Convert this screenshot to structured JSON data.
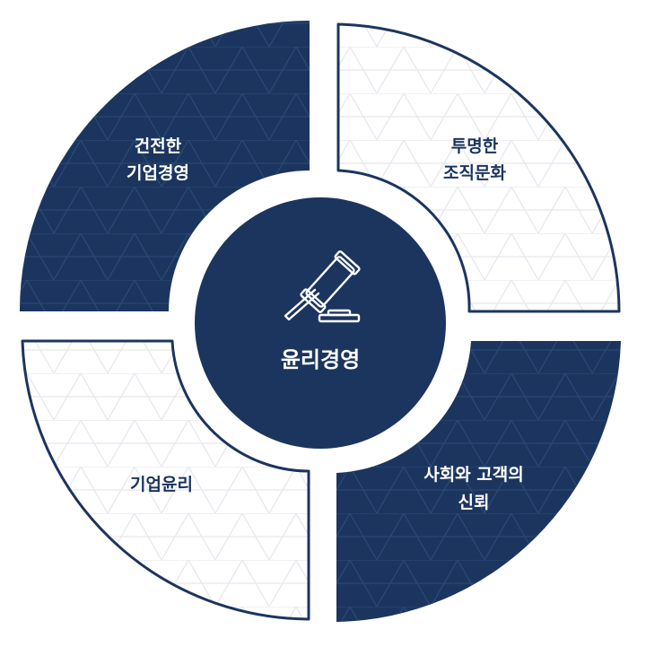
{
  "center": {
    "title": "윤리경영",
    "icon": "gavel-icon"
  },
  "quadrants": [
    {
      "id": "top-left",
      "line1": "건전한",
      "line2": "기업경영",
      "theme": "dark"
    },
    {
      "id": "top-right",
      "line1": "투명한",
      "line2": "조직문화",
      "theme": "light"
    },
    {
      "id": "bottom-left",
      "line1": "기업윤리",
      "line2": "",
      "theme": "light"
    },
    {
      "id": "bottom-right",
      "line1": "사회와 고객의",
      "line2": "신뢰",
      "theme": "dark"
    }
  ],
  "colors": {
    "navy": "#1b355e",
    "white": "#ffffff",
    "pattern_on_dark": "#2a4875",
    "pattern_on_light": "#e6e8ee"
  }
}
